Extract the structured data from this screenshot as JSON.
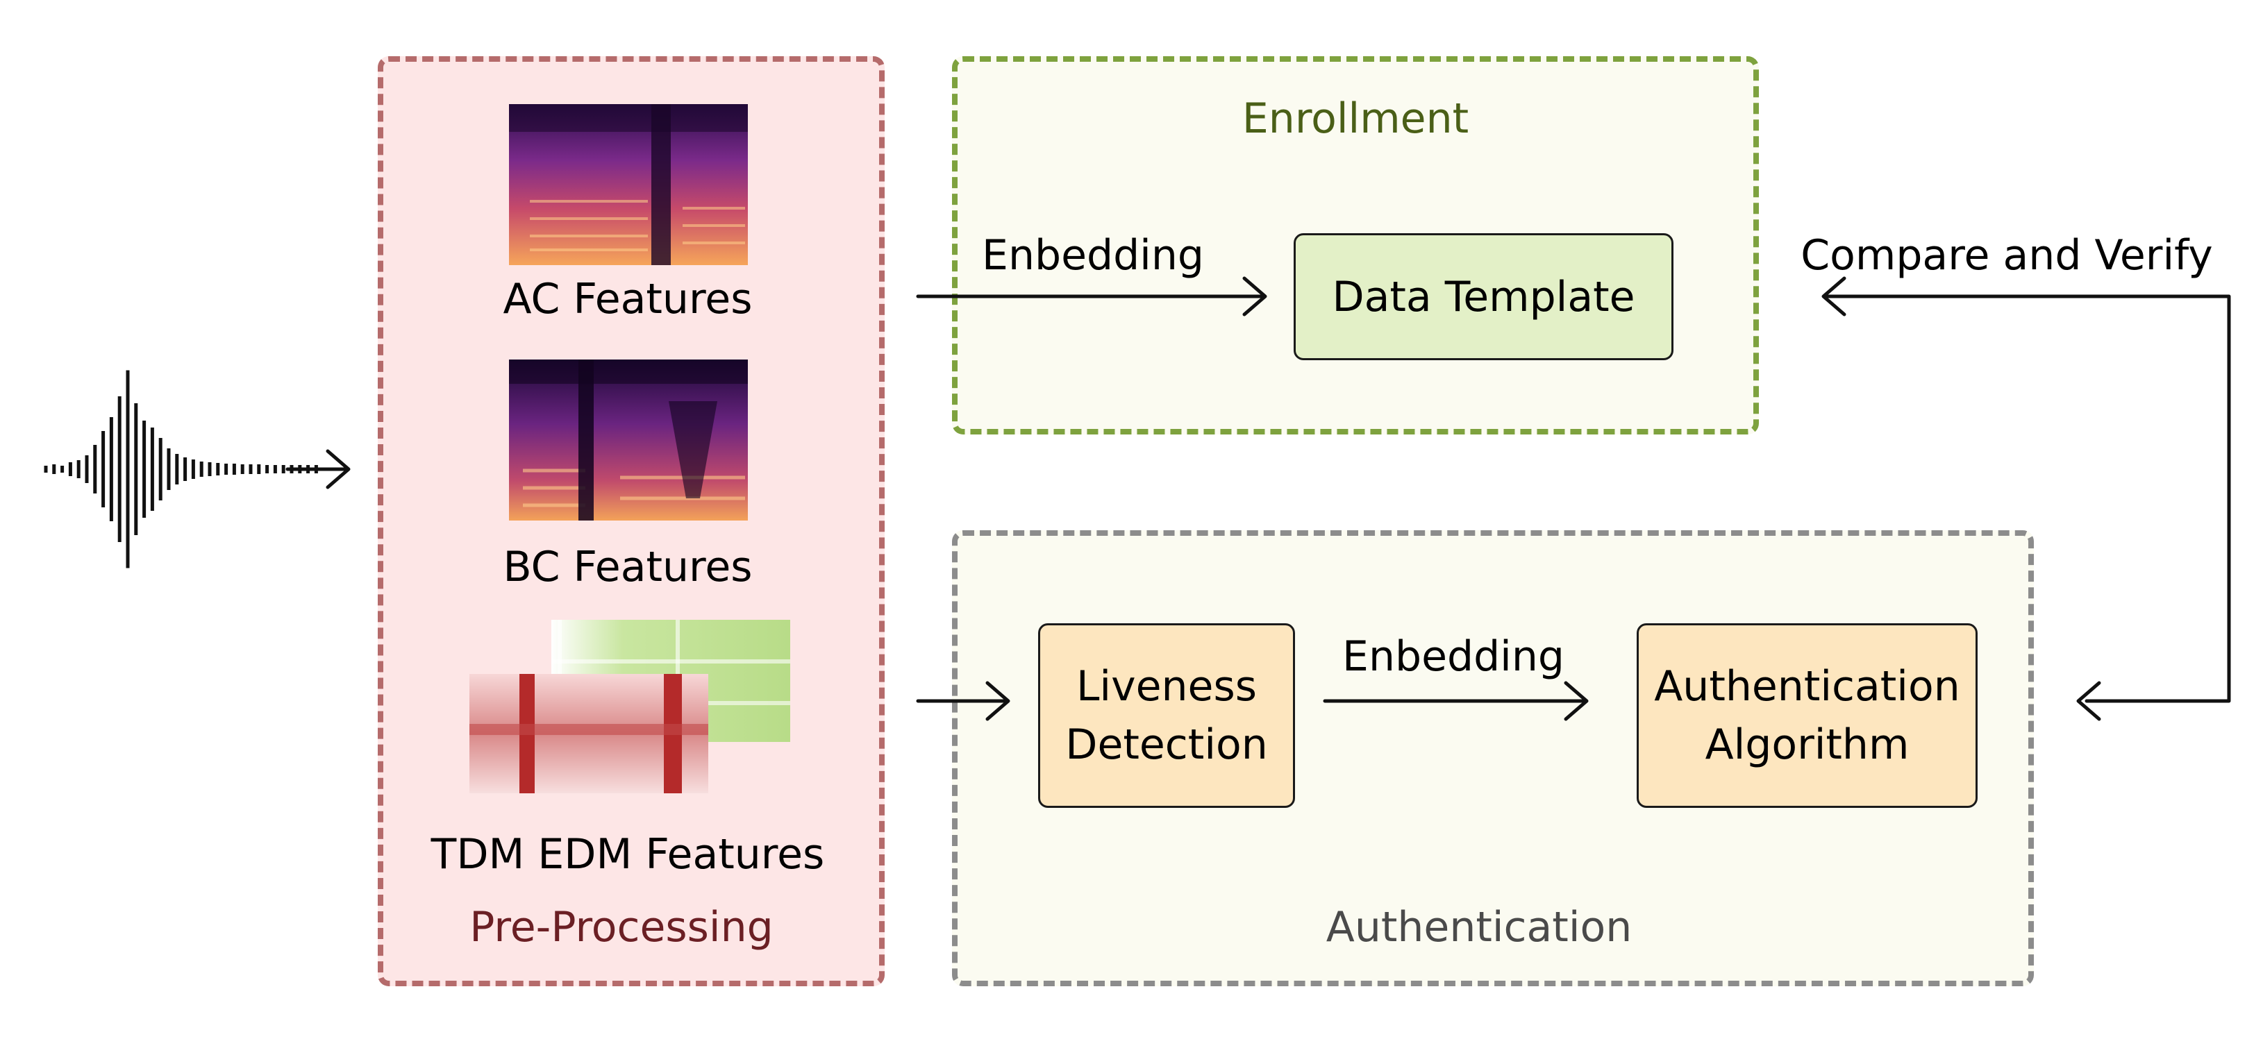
{
  "regions": {
    "preprocessing": "Pre-Processing",
    "enrollment": "Enrollment",
    "authentication": "Authentication"
  },
  "features": {
    "ac": "AC Features",
    "bc": "BC Features",
    "tdm_edm": "TDM EDM Features"
  },
  "boxes": {
    "data_template": "Data Template",
    "liveness": "Liveness\nDetection",
    "auth_algorithm": "Authentication\nAlgorithm"
  },
  "edges": {
    "embedding_top": "Enbedding",
    "embedding_bottom": "Enbedding",
    "compare_verify": "Compare and Verify"
  },
  "colors": {
    "preprocessing_fill": "#fde6e6",
    "preprocessing_border": "#b56b6b",
    "preprocessing_text": "#6b1f24",
    "enrollment_fill": "#fbfbf1",
    "enrollment_border": "#7ea23e",
    "enrollment_text": "#4a5f17",
    "authentication_border": "#8c8c8c",
    "authentication_text": "#4a4a4a",
    "template_fill": "#e3f0c7",
    "process_fill": "#fde6bf"
  }
}
